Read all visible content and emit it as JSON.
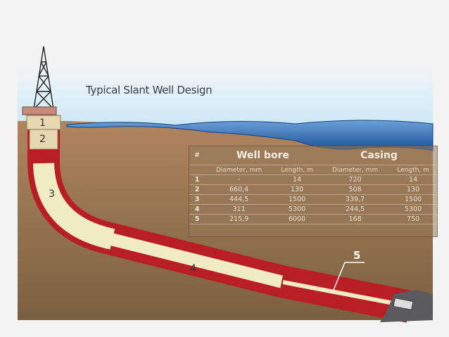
{
  "title": "Typical Slant Well Design",
  "section_labels": [
    "1",
    "2",
    "3",
    "4",
    "5"
  ],
  "table": {
    "hash": "#",
    "groups": [
      "Well bore",
      "Casing"
    ],
    "subheaders": [
      "Diameter, mm",
      "Length, m",
      "Diameter, mm",
      "Length, m"
    ],
    "rows": [
      {
        "n": "1",
        "wb_d": "-",
        "wb_l": "14",
        "c_d": "720",
        "c_l": "14"
      },
      {
        "n": "2",
        "wb_d": "660,4",
        "wb_l": "130",
        "c_d": "508",
        "c_l": "130"
      },
      {
        "n": "3",
        "wb_d": "444,5",
        "wb_l": "1500",
        "c_d": "339,7",
        "c_l": "1500"
      },
      {
        "n": "4",
        "wb_d": "311",
        "wb_l": "5300",
        "c_d": "244,5",
        "c_l": "5300"
      },
      {
        "n": "5",
        "wb_d": "215,9",
        "wb_l": "6000",
        "c_d": "168",
        "c_l": "750"
      }
    ]
  },
  "colors": {
    "ground": "#9b7650",
    "sea": "#2f6fb8",
    "sky": "#d6ecf6",
    "casing_wall": "#c0262a",
    "casing_inner": "#f1ebc4",
    "rock": "#5a5a5e"
  }
}
